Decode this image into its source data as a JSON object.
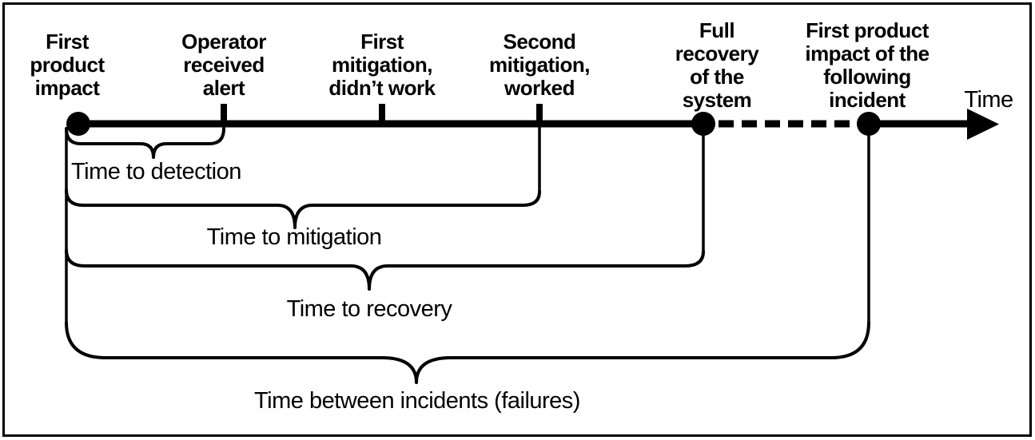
{
  "diagram": {
    "axis": {
      "label": "Time"
    },
    "events": [
      {
        "id": "first-product-impact",
        "label": "First\nproduct\nimpact"
      },
      {
        "id": "operator-received-alert",
        "label": "Operator\nreceived\nalert"
      },
      {
        "id": "first-mitigation-didnt-work",
        "label": "First\nmitigation,\ndidn’t work"
      },
      {
        "id": "second-mitigation-worked",
        "label": "Second\nmitigation,\nworked"
      },
      {
        "id": "full-recovery-of-system",
        "label": "Full\nrecovery\nof the\nsystem"
      },
      {
        "id": "first-impact-next-incident",
        "label": "First product\nimpact of the\nfollowing\nincident"
      }
    ],
    "spans": [
      {
        "id": "time-to-detection",
        "label": "Time to detection"
      },
      {
        "id": "time-to-mitigation",
        "label": "Time to mitigation"
      },
      {
        "id": "time-to-recovery",
        "label": "Time to recovery"
      },
      {
        "id": "time-between-incidents",
        "label": "Time between incidents (failures)"
      }
    ],
    "colors": {
      "ink": "#000000",
      "background": "#ffffff"
    }
  }
}
